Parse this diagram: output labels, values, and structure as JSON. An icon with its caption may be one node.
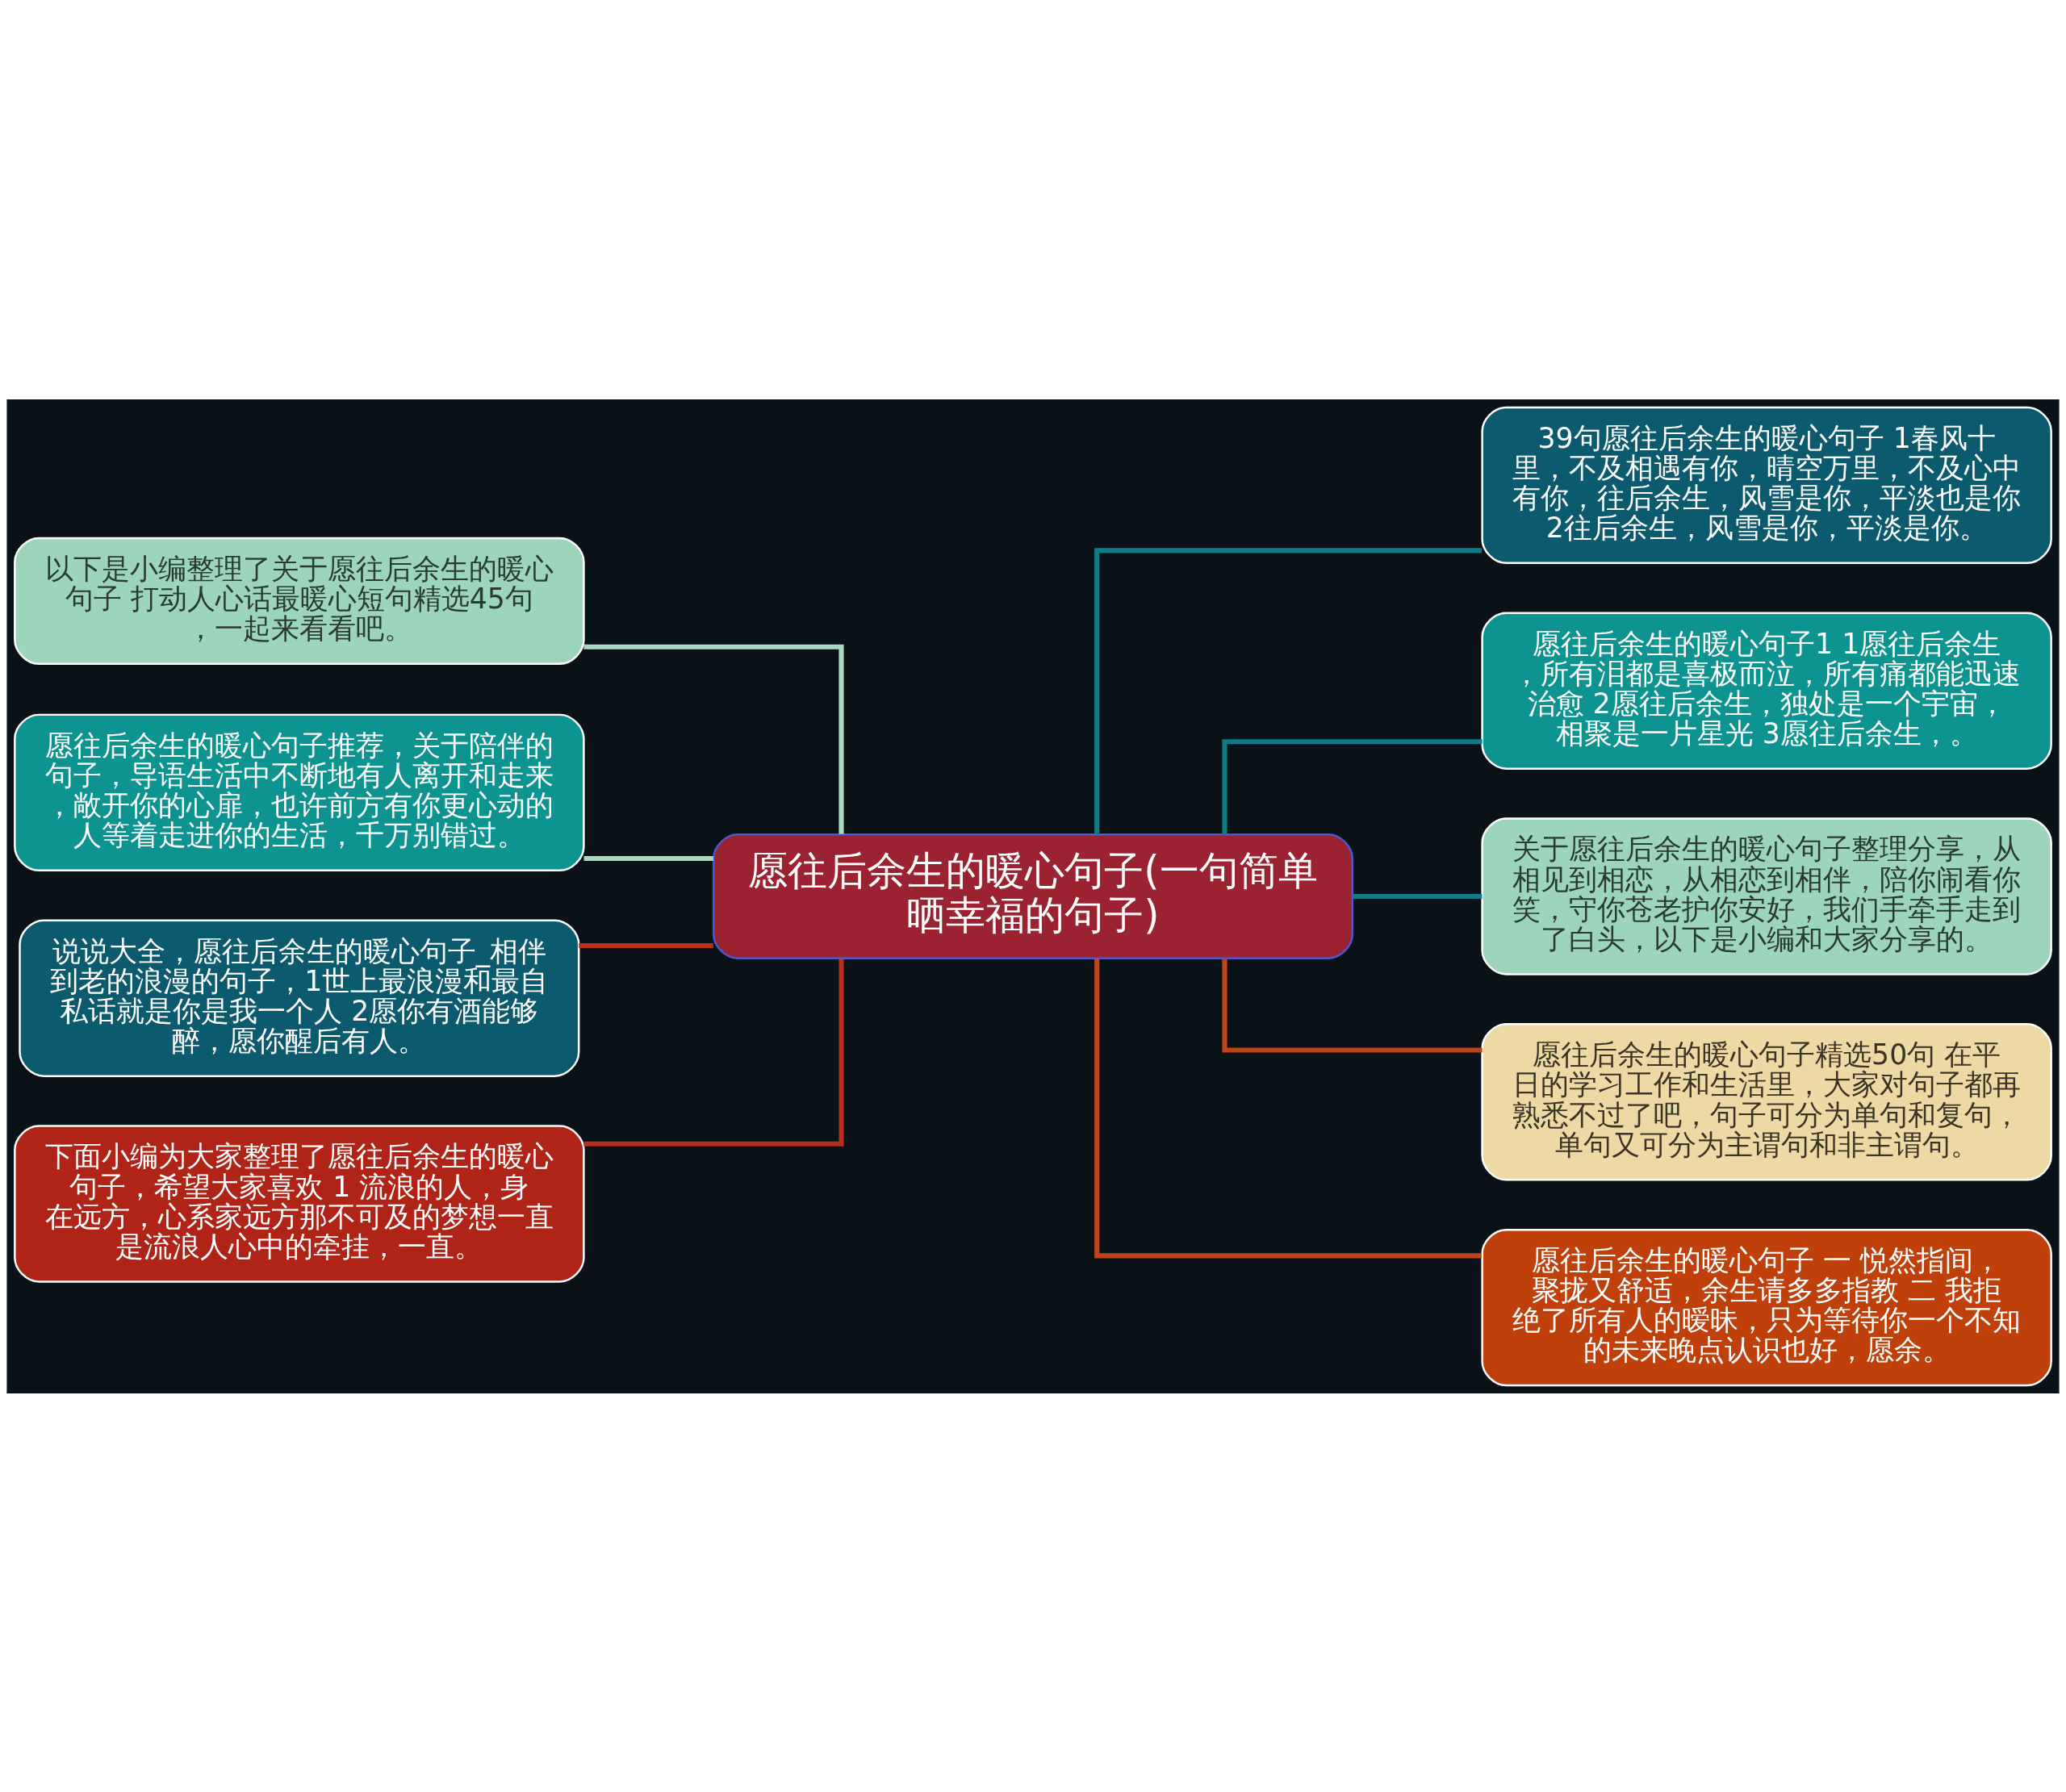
{
  "diagram": {
    "nodes": [
      {
        "text": [
          "愿往后余生的暖心句子(一句简单晒幸福的句子)"
        ]
      },
      {
        "text": [
          "以下是小编整理了关于愿往后余生的暖心句子 打动人心话最暖心短句精选45句，一起来看看吧。"
        ]
      },
      {
        "text": [
          "愿往后余生的暖心句子推荐，关于陪伴的句子，导语生活中不断地有人离开和走来，敞开你的心扉，也许前方有你更心动的人等着走进你的生活，千万别错过。"
        ]
      },
      {
        "text": [
          "说说大全，愿往后余生的暖心句子_相伴到老的浪漫的句子，1世上最浪漫和最自私话就是你是我一个人 2愿你有酒能够醉，愿你醒后有人。"
        ]
      },
      {
        "text": [
          "下面小编为大家整理了愿往后余生的暖心句子，希望大家喜欢 1 流浪的人，身在远方，心系家远方那不可及的梦想一直是流浪人心中的牵挂，一直。"
        ]
      },
      {
        "text": [
          "39句愿往后余生的暖心句子 1春风十里，不及相遇有你，晴空万里，不及心中有你，往后余生，风雪是你，平淡也是你 2往后余生，风雪是你，平淡是你。"
        ]
      },
      {
        "text": [
          "愿往后余生的暖心句子1 1愿往后余生，所有泪都是喜极而泣，所有痛都能迅速治愈 2愿往后余生，独处是一个宇宙，相聚是一片星光 3愿往后余生，。"
        ]
      },
      {
        "text": [
          "关于愿往后余生的暖心句子整理分享，从相见到相恋，从相恋到相伴，陪你闹看你笑，守你苍老护你安好，我们手牵手走到了白头，以下是小编和大家分享的。"
        ]
      },
      {
        "text": [
          "愿往后余生的暖心句子精选50句 在平日的学习工作和生活里，大家对句子都再熟悉不过了吧，句子可分为单句和复句，单句又可分为主谓句和非主谓句。"
        ]
      },
      {
        "text": [
          "愿往后余生的暖心句子 一 悦然指间，聚拢又舒适，余生请多多指教 二 我拒绝了所有人的暧昧，只为等待你一个不知的未来晚点认识也好，愿余。"
        ]
      }
    ],
    "edges": [
      {
        "from": 0,
        "to": 1,
        "arrow": "none",
        "color": "#a8d8c0"
      },
      {
        "from": 0,
        "to": 2,
        "arrow": "none",
        "color": "#a8d8c0"
      },
      {
        "from": 0,
        "to": 3,
        "arrow": "none",
        "color": "#b8301c"
      },
      {
        "from": 0,
        "to": 4,
        "arrow": "none",
        "color": "#b8301c"
      },
      {
        "from": 0,
        "to": 5,
        "arrow": "none",
        "color": "#0e7c86"
      },
      {
        "from": 0,
        "to": 6,
        "arrow": "none",
        "color": "#0e7c86"
      },
      {
        "from": 0,
        "to": 7,
        "arrow": "none",
        "color": "#0e7c86"
      },
      {
        "from": 0,
        "to": 8,
        "arrow": "none",
        "color": "#c0441a"
      },
      {
        "from": 0,
        "to": 9,
        "arrow": "none",
        "color": "#c0441a"
      }
    ]
  }
}
